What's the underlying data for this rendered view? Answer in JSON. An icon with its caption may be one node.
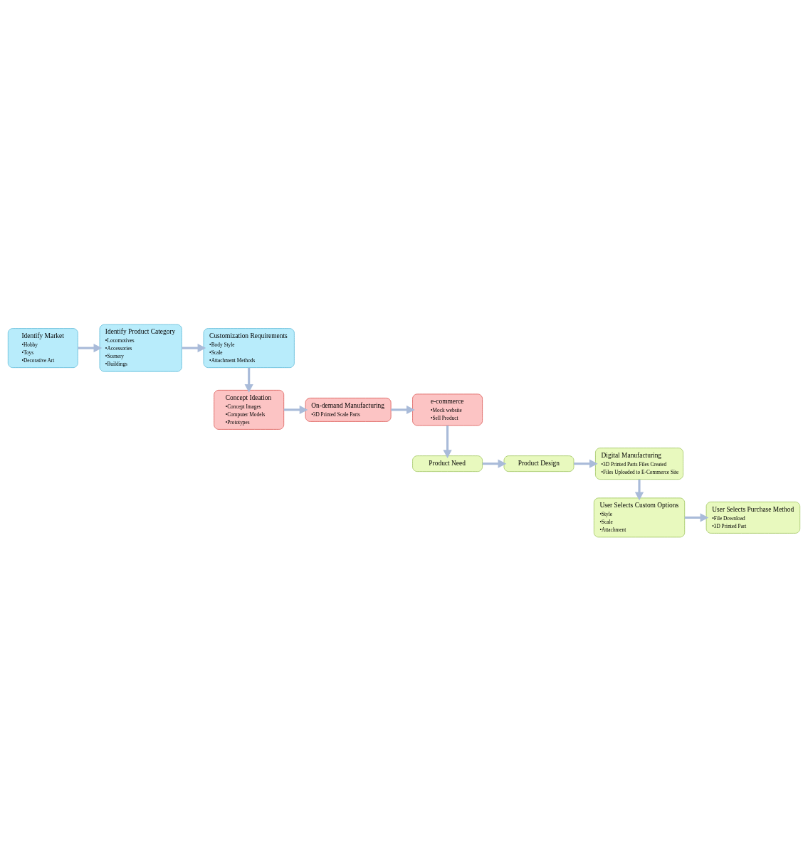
{
  "diagram": {
    "nodes": [
      {
        "text": [
          "Identify Market",
          "•Hobby",
          "•Toys",
          "•Decorative Art"
        ]
      },
      {
        "text": [
          "Identify Product Category",
          "•Locomotives",
          "•Accessories",
          "•Scenery",
          "•Buildings"
        ]
      },
      {
        "text": [
          "Customization Requirements",
          "•Body Style",
          "•Scale",
          "•Attachment Methods"
        ]
      },
      {
        "text": [
          "e-commerce",
          "•Mock website",
          "•Sell Product"
        ]
      },
      {
        "text": [
          "On-demand Manufacturing",
          "•3D Printed Scale Parts"
        ]
      },
      {
        "text": [
          "Concept Ideation",
          "•Concept Images",
          "•Computer Models",
          "•Prototypes"
        ]
      },
      {
        "text": [
          "Product Need"
        ]
      },
      {
        "text": [
          "Product Design"
        ]
      },
      {
        "text": [
          "Digital Manufacturing",
          "•3D Printed Parts Files Created",
          "•Files Uploaded to E-Commerce Site"
        ]
      },
      {
        "text": [
          "User Selects Purchase Method",
          "•File Download",
          "•3D Printed Part"
        ]
      },
      {
        "text": [
          "User Selects Custom Options",
          "•Style",
          "•Scale",
          "•Attachment"
        ]
      }
    ],
    "edges": [
      {
        "from": 0,
        "to": 1,
        "arrow": "to"
      },
      {
        "from": 1,
        "to": 2,
        "arrow": "to"
      },
      {
        "from": 2,
        "to": 5,
        "arrow": "to"
      },
      {
        "from": 5,
        "to": 4,
        "arrow": "to"
      },
      {
        "from": 4,
        "to": 3,
        "arrow": "to"
      },
      {
        "from": 3,
        "to": 6,
        "arrow": "to"
      },
      {
        "from": 6,
        "to": 7,
        "arrow": "to"
      },
      {
        "from": 7,
        "to": 8,
        "arrow": "to"
      },
      {
        "from": 8,
        "to": 10,
        "arrow": "to"
      },
      {
        "from": 10,
        "to": 9,
        "arrow": "to"
      }
    ]
  }
}
